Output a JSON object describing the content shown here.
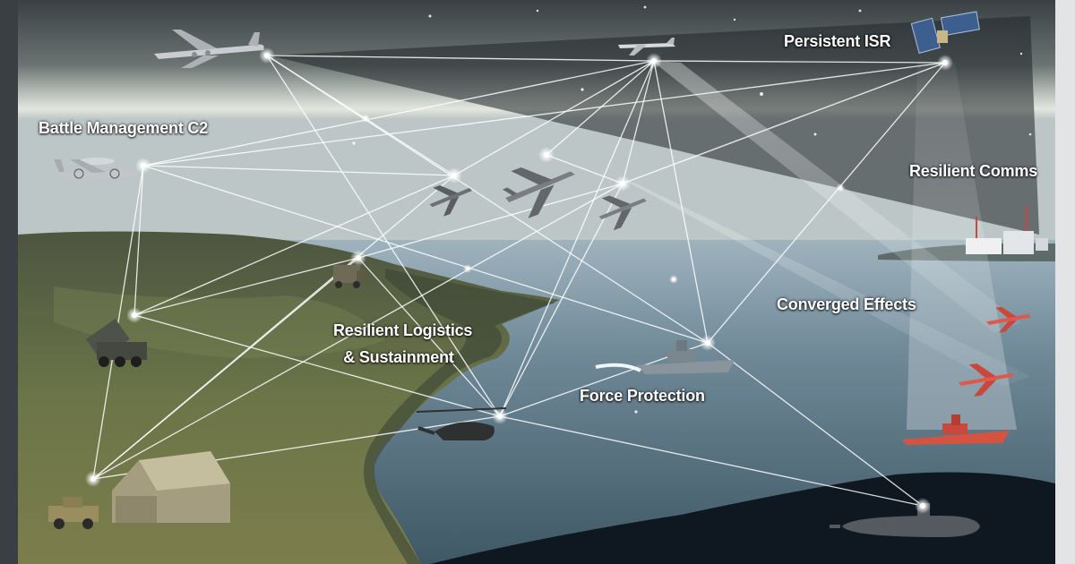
{
  "labels": {
    "persistent_isr": "Persistent ISR",
    "battle_management": "Battle Management C2",
    "resilient_comms": "Resilient Comms",
    "converged_effects": "Converged Effects",
    "resilient_logistics_line1": "Resilient Logistics",
    "resilient_logistics_line2": "& Sustainment",
    "force_protection": "Force Protection"
  },
  "colors": {
    "sky_top": "#3c4246",
    "sky_horizon": "#d8dcd6",
    "sea": "#5f7b8c",
    "land": "#5d6a45",
    "link_line": "#ffffff",
    "effects_highlight": "#e0584a"
  },
  "icons": [
    "tanker-aircraft-icon",
    "drone-icon",
    "satellite-icon",
    "awacs-aircraft-icon",
    "fighter-jet-icon",
    "fighter-jet-lead-icon",
    "fighter-jet-wing-icon",
    "ground-station-icon",
    "military-truck-icon",
    "rocket-launcher-icon",
    "helicopter-icon",
    "naval-ship-icon",
    "tent-command-post-icon",
    "humvee-icon",
    "strike-fighter-icon",
    "destroyer-ship-icon",
    "submarine-icon"
  ]
}
